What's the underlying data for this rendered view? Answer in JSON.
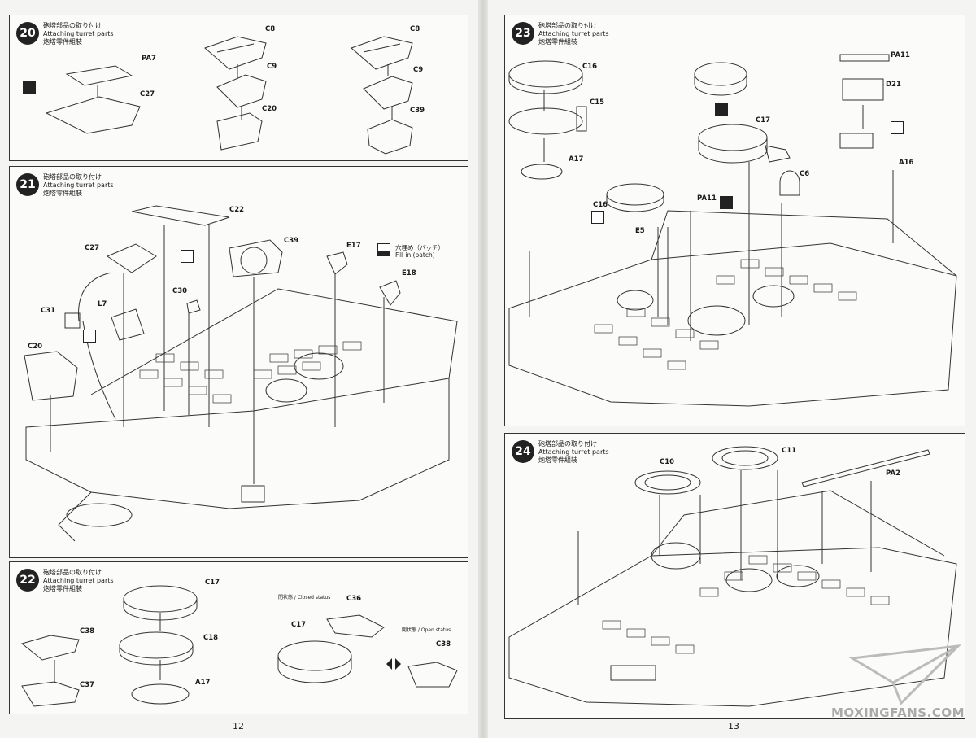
{
  "pages": {
    "left_number": "12",
    "right_number": "13"
  },
  "step_heading": {
    "jp": "砲塔部品の取り付け",
    "en": "Attaching turret parts",
    "cn": "炮塔零件組裝"
  },
  "steps": {
    "s20": {
      "number": "20",
      "parts": [
        "PA7",
        "C27",
        "C8",
        "C9",
        "C20",
        "C8",
        "C9",
        "C39"
      ]
    },
    "s21": {
      "number": "21",
      "parts": [
        "C22",
        "C27",
        "C39",
        "E17",
        "E18",
        "C30",
        "L7",
        "C31",
        "C20"
      ],
      "patch_note_jp": "穴埋め（パッチ）",
      "patch_note_en": "Fill in (patch)"
    },
    "s22": {
      "number": "22",
      "parts": [
        "C17",
        "C18",
        "A17",
        "C38",
        "C37",
        "C36",
        "C17",
        "C38"
      ],
      "closed_status": "閉状態 / Closed status",
      "open_status": "開状態 / Open status"
    },
    "s23": {
      "number": "23",
      "parts": [
        "C16",
        "C15",
        "A17",
        "C17",
        "C16",
        "E5",
        "PA11",
        "C6",
        "PA11",
        "D21",
        "A16"
      ]
    },
    "s24": {
      "number": "24",
      "parts": [
        "C10",
        "C11",
        "PA2"
      ]
    }
  },
  "icons": [
    "cement-icon",
    "cut-off-icon",
    "option-swap-icon",
    "fill-patch-icon"
  ],
  "watermark": "MOXINGFANS.COM"
}
